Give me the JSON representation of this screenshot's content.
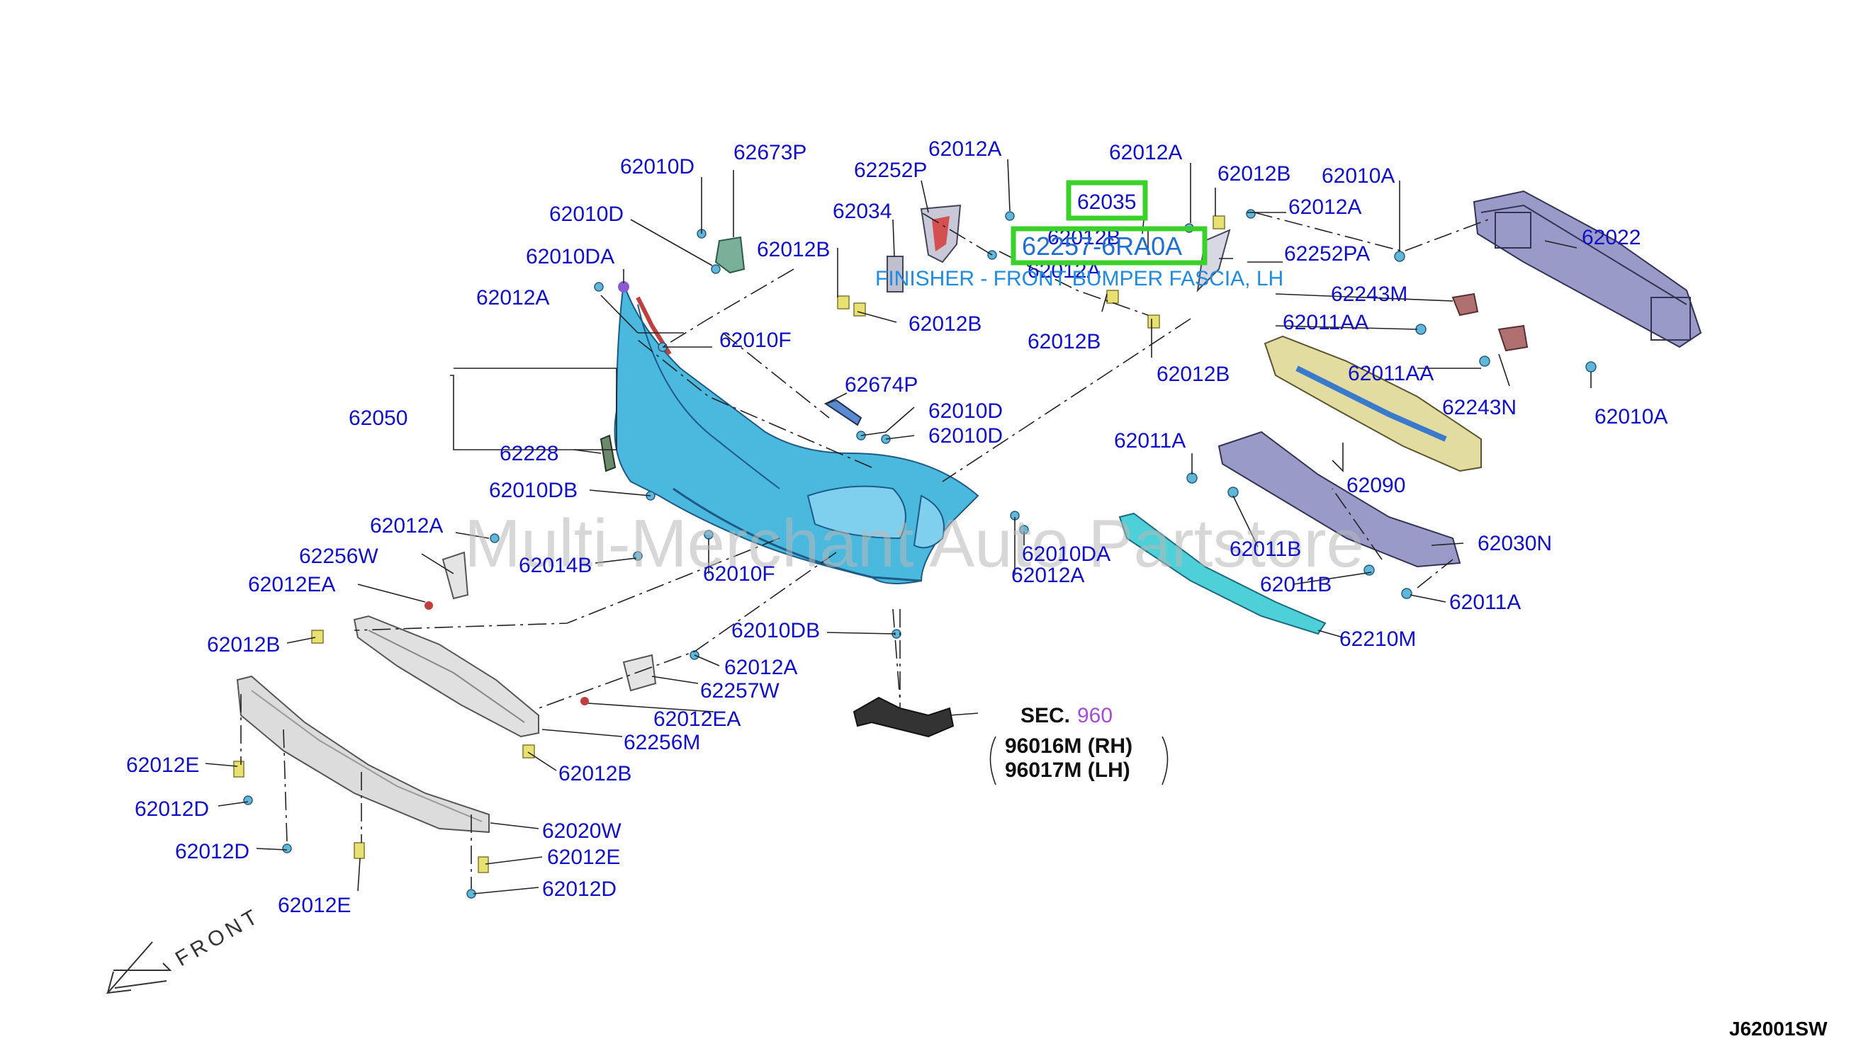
{
  "watermark": "Multi-Merchant Auto Partstore",
  "diagram_code": "J62001SW",
  "front_label": "FRONT",
  "callout": {
    "part_number": "62257-6RA0A",
    "description": "FINISHER - FRONT BUMPER FASCIA, LH"
  },
  "section_ref": {
    "prefix": "SEC.",
    "number": "960",
    "rh": "96016M (RH)",
    "lh": "96017M (LH)"
  },
  "colors": {
    "label": "#1010c8",
    "highlight": "#3ad12a",
    "callout": "#1e6fd0",
    "fascia": "#4bb8de",
    "beam": "#9a9ac8",
    "absorber": "#e2dca0",
    "lower_panel": "#dcdcdc"
  },
  "labels": [
    {
      "id": "l1",
      "text": "62010D"
    },
    {
      "id": "l2",
      "text": "62673P"
    },
    {
      "id": "l3",
      "text": "62252P"
    },
    {
      "id": "l4",
      "text": "62012A"
    },
    {
      "id": "l5",
      "text": "62012A"
    },
    {
      "id": "l6",
      "text": "62012B"
    },
    {
      "id": "l7",
      "text": "62010A"
    },
    {
      "id": "l8",
      "text": "62035"
    },
    {
      "id": "l9",
      "text": "62010D"
    },
    {
      "id": "l10",
      "text": "62034"
    },
    {
      "id": "l11",
      "text": "62012A"
    },
    {
      "id": "l12",
      "text": "62022"
    },
    {
      "id": "l13",
      "text": "62010DA"
    },
    {
      "id": "l14",
      "text": "62012B"
    },
    {
      "id": "l15",
      "text": "62012B"
    },
    {
      "id": "l16",
      "text": "62012A"
    },
    {
      "id": "l17",
      "text": "62252PA"
    },
    {
      "id": "l18",
      "text": "62012A"
    },
    {
      "id": "l19",
      "text": "62243M"
    },
    {
      "id": "l20",
      "text": "62012B"
    },
    {
      "id": "l21",
      "text": "62011AA"
    },
    {
      "id": "l22",
      "text": "62010F"
    },
    {
      "id": "l23",
      "text": "62012B"
    },
    {
      "id": "l24",
      "text": "62012B"
    },
    {
      "id": "l25",
      "text": "62011AA"
    },
    {
      "id": "l26",
      "text": "62674P"
    },
    {
      "id": "l27",
      "text": "62243N"
    },
    {
      "id": "l28",
      "text": "62050"
    },
    {
      "id": "l29",
      "text": "62010D"
    },
    {
      "id": "l30",
      "text": "62010A"
    },
    {
      "id": "l31",
      "text": "62010D"
    },
    {
      "id": "l32",
      "text": "62228"
    },
    {
      "id": "l33",
      "text": "62011A"
    },
    {
      "id": "l34",
      "text": "62090"
    },
    {
      "id": "l35",
      "text": "62010DB"
    },
    {
      "id": "l36",
      "text": "62012A"
    },
    {
      "id": "l37",
      "text": "62256W"
    },
    {
      "id": "l38",
      "text": "62014B"
    },
    {
      "id": "l39",
      "text": "62011B"
    },
    {
      "id": "l40",
      "text": "62030N"
    },
    {
      "id": "l41",
      "text": "62010DA"
    },
    {
      "id": "l42",
      "text": "62012EA"
    },
    {
      "id": "l43",
      "text": "62010F"
    },
    {
      "id": "l44",
      "text": "62012A"
    },
    {
      "id": "l45",
      "text": "62011B"
    },
    {
      "id": "l46",
      "text": "62011A"
    },
    {
      "id": "l47",
      "text": "62010DB"
    },
    {
      "id": "l48",
      "text": "62210M"
    },
    {
      "id": "l49",
      "text": "62012B"
    },
    {
      "id": "l50",
      "text": "62012A"
    },
    {
      "id": "l51",
      "text": "62257W"
    },
    {
      "id": "l52",
      "text": "62012EA"
    },
    {
      "id": "l53",
      "text": "62256M"
    },
    {
      "id": "l54",
      "text": "62012E"
    },
    {
      "id": "l55",
      "text": "62012B"
    },
    {
      "id": "l56",
      "text": "62012D"
    },
    {
      "id": "l57",
      "text": "62020W"
    },
    {
      "id": "l58",
      "text": "62012D"
    },
    {
      "id": "l59",
      "text": "62012E"
    },
    {
      "id": "l60",
      "text": "62012D"
    },
    {
      "id": "l61",
      "text": "62012E"
    }
  ]
}
